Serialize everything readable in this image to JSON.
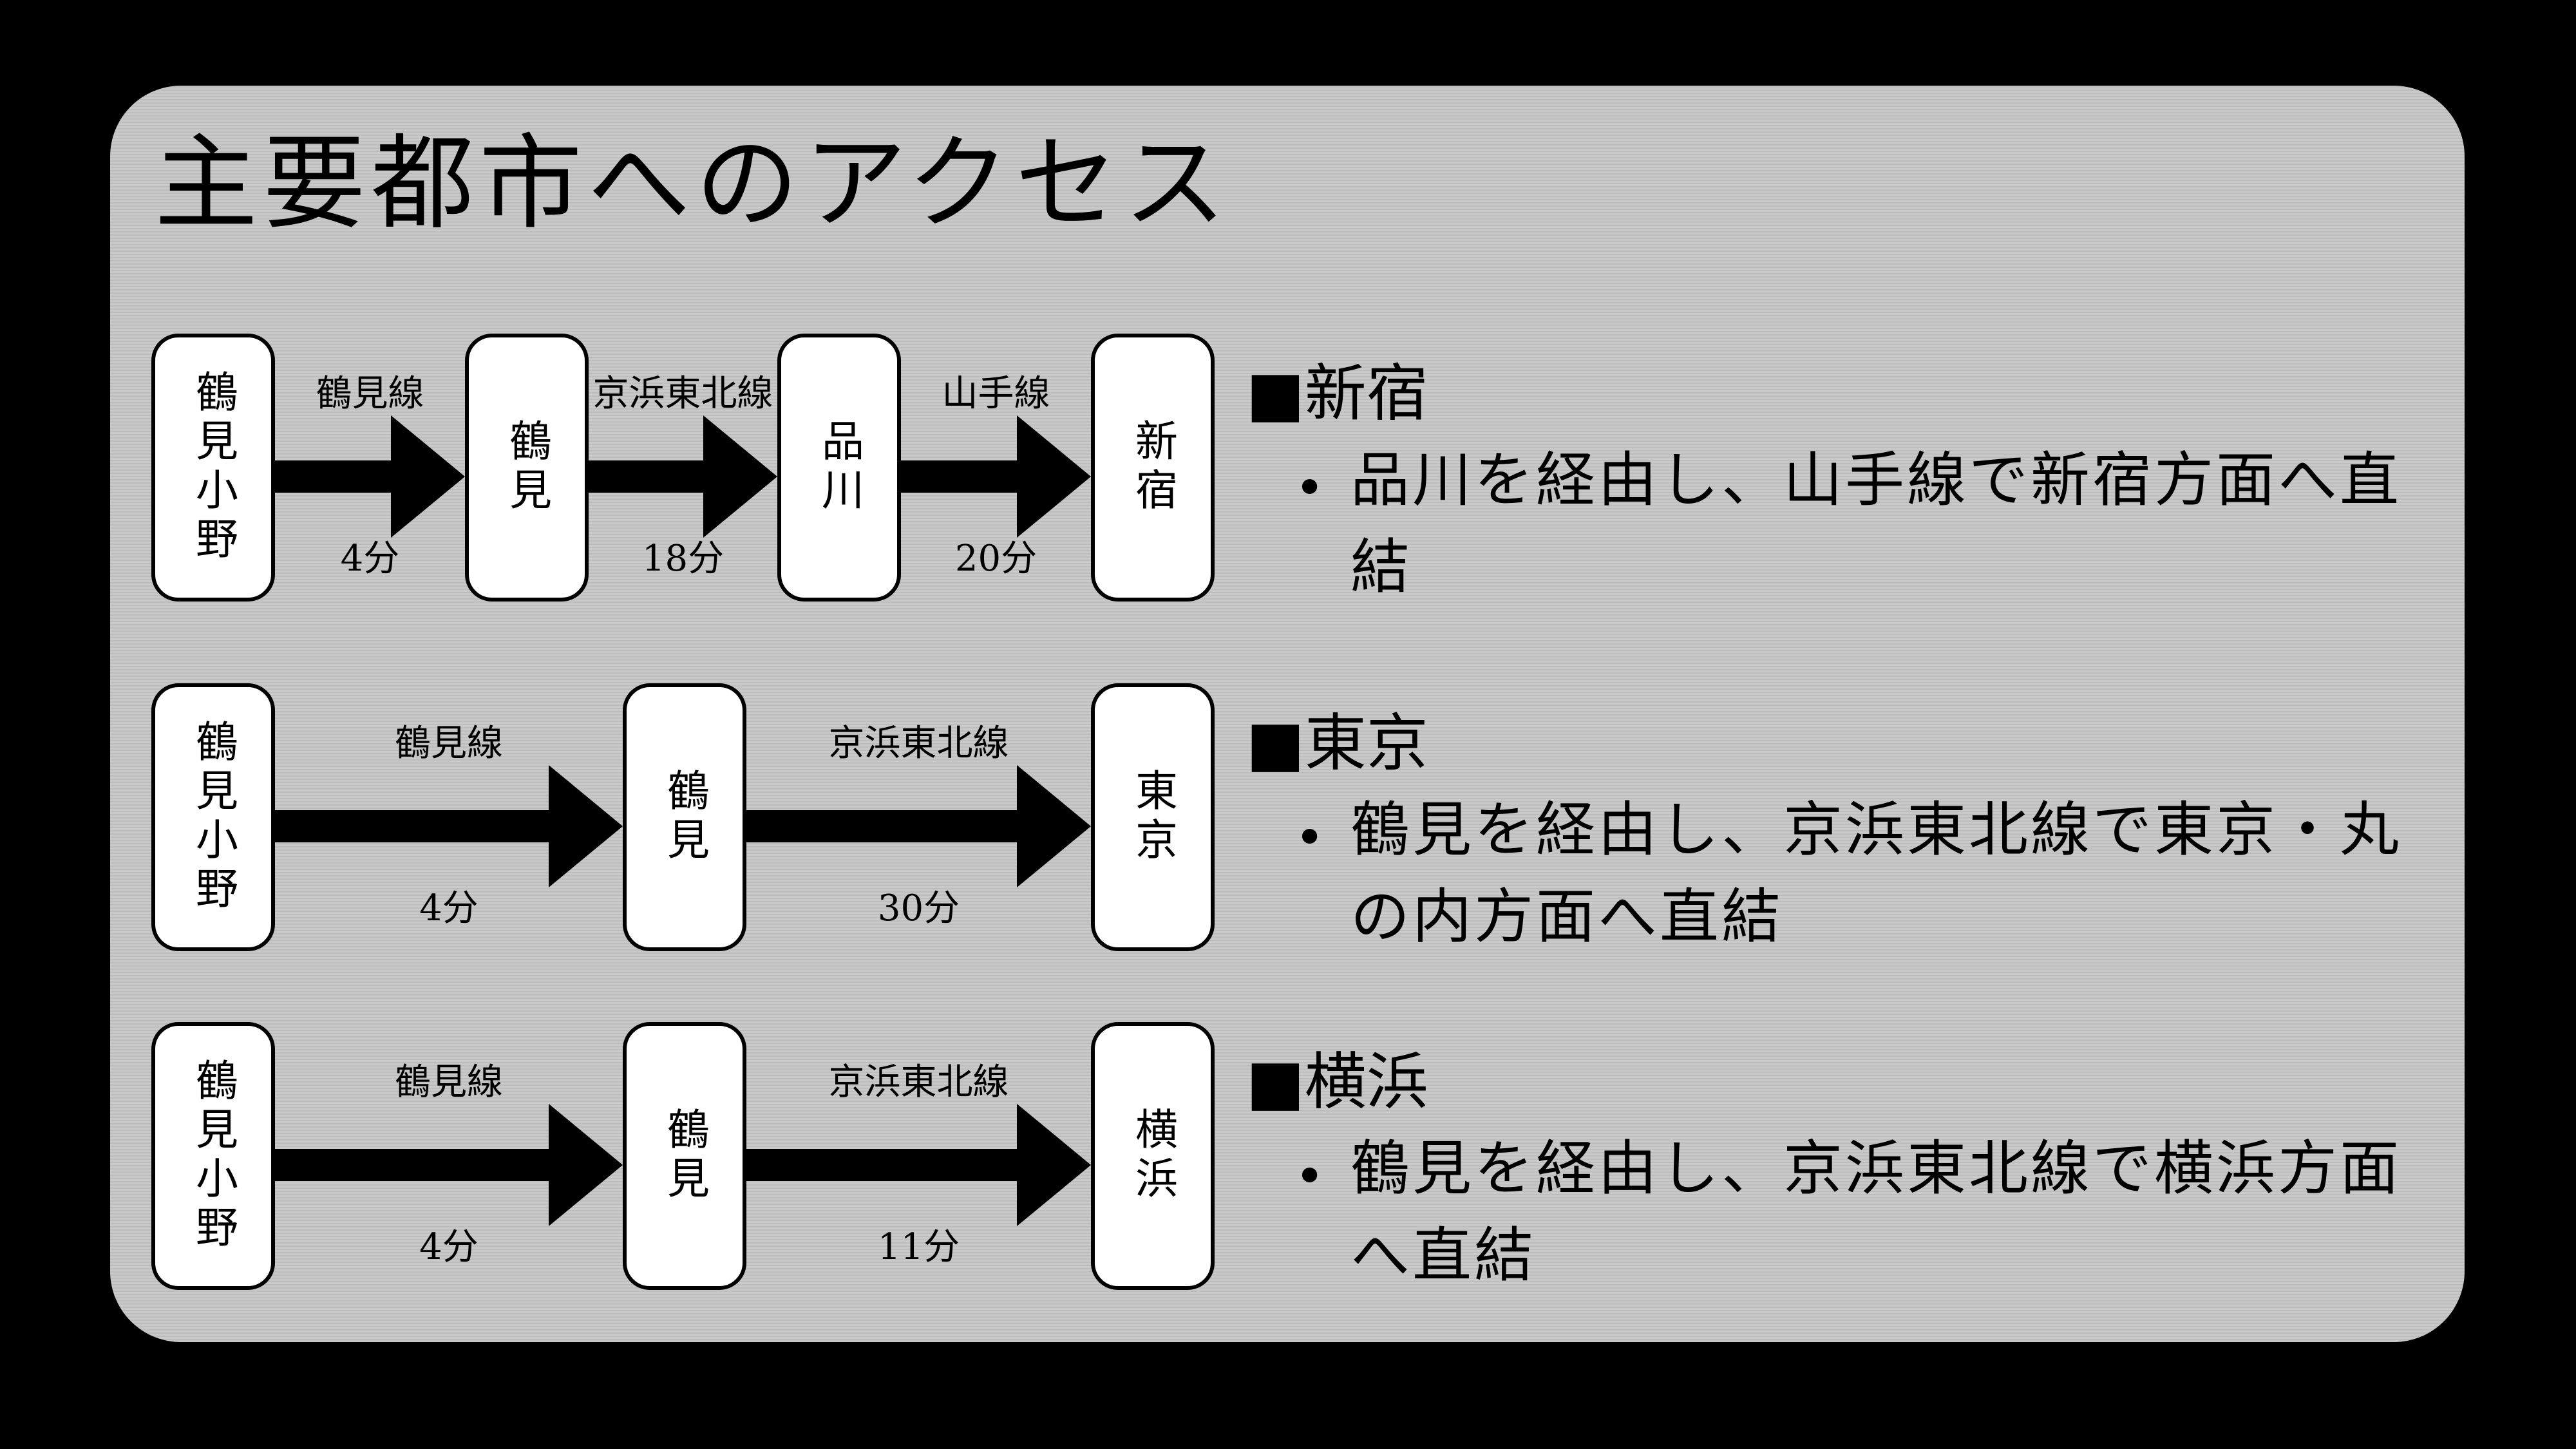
{
  "title": "主要都市へのアクセス",
  "routes": [
    {
      "stations": [
        "鶴見小野",
        "鶴見",
        "品川",
        "新宿"
      ],
      "segments": [
        {
          "line": "鶴見線",
          "time": "4分"
        },
        {
          "line": "京浜東北線",
          "time": "18分"
        },
        {
          "line": "山手線",
          "time": "20分"
        }
      ],
      "destination": "■新宿",
      "description": "品川を経由し、山手線で新宿方面へ直結"
    },
    {
      "stations": [
        "鶴見小野",
        "鶴見",
        "東京"
      ],
      "segments": [
        {
          "line": "鶴見線",
          "time": "4分"
        },
        {
          "line": "京浜東北線",
          "time": "30分"
        }
      ],
      "destination": "■東京",
      "description": "鶴見を経由し、京浜東北線で東京・丸の内方面へ直結"
    },
    {
      "stations": [
        "鶴見小野",
        "鶴見",
        "横浜"
      ],
      "segments": [
        {
          "line": "鶴見線",
          "time": "4分"
        },
        {
          "line": "京浜東北線",
          "time": "11分"
        }
      ],
      "destination": "■横浜",
      "description": "鶴見を経由し、京浜東北線で横浜方面へ直結"
    }
  ],
  "bullet_icon": "bullet-dot"
}
